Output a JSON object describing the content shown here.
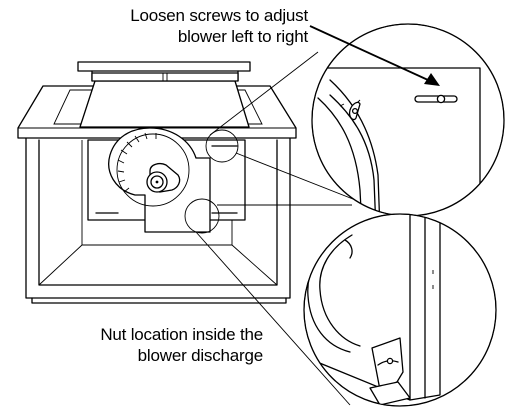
{
  "callouts": {
    "top_line1": "Loosen screws to adjust",
    "top_line2": "blower left to right",
    "bottom_line1": "Nut location inside the",
    "bottom_line2": "blower discharge"
  }
}
